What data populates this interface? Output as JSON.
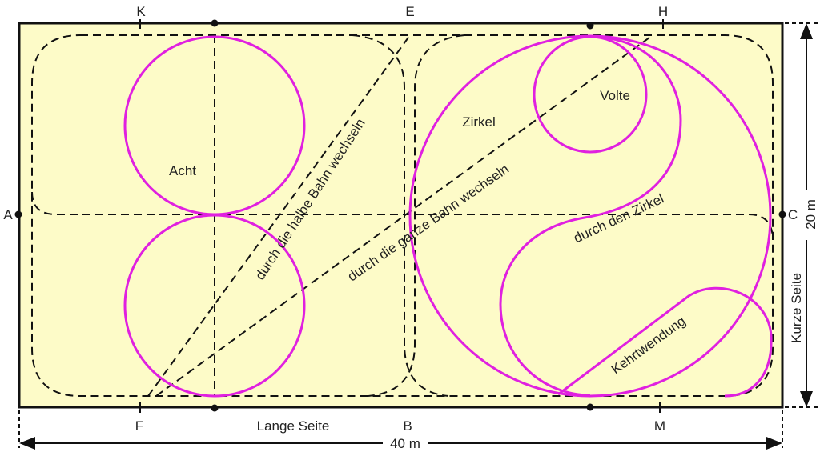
{
  "title": "Reitbahn-Hufschlagfiguren",
  "markers": {
    "K": "K",
    "E": "E",
    "H": "H",
    "F": "F",
    "B": "B",
    "M": "M",
    "A": "A",
    "C": "C"
  },
  "figures": {
    "acht": "Acht",
    "zirkel": "Zirkel",
    "volte": "Volte",
    "halbe_bahn": "durch die halbe Bahn wechseln",
    "ganze_bahn": "durch die ganze Bahn wechseln",
    "durch_zirkel": "durch den Zirkel",
    "kehrtwendung": "Kehrtwendung"
  },
  "dimensions": {
    "long_side_label": "Lange Seite",
    "long_side_length": "40 m",
    "short_side_label": "Kurze Seite",
    "short_side_length": "20 m"
  },
  "colors": {
    "arena_fill": "#fdfbc8",
    "figure_stroke": "#e020e0"
  }
}
